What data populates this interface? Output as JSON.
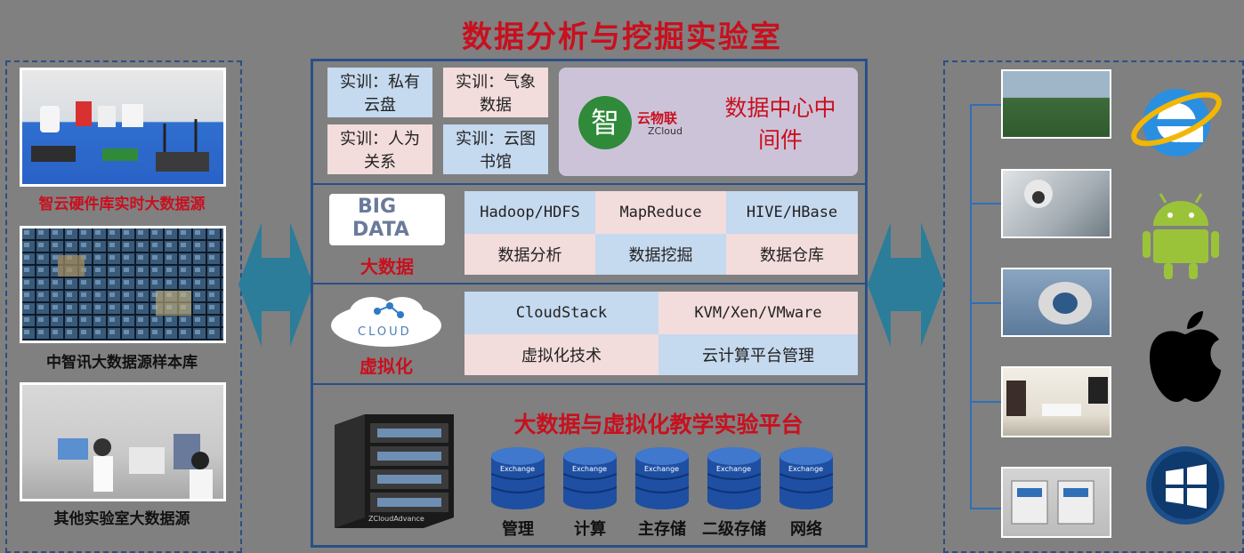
{
  "title": "数据分析与挖掘实验室",
  "left_sources": [
    {
      "caption": "智云硬件库实时大数据源",
      "color": "red"
    },
    {
      "caption": "中智讯大数据源样本库",
      "color": "black"
    },
    {
      "caption": "其他实验室大数据源",
      "color": "black"
    }
  ],
  "training": {
    "items": [
      "实训：私有云盘",
      "实训：气象数据",
      "实训：人为关系",
      "实训：云图书馆"
    ],
    "middleware_title": "数据中心中间件",
    "logo_text": "云物联",
    "logo_sub": "ZCloud",
    "logo_glyph": "智"
  },
  "bigdata": {
    "icon_text_1": "BIG",
    "icon_text_2": "DATA",
    "label": "大数据",
    "cells": [
      "Hadoop/HDFS",
      "MapReduce",
      "HIVE/HBase",
      "数据分析",
      "数据挖掘",
      "数据仓库"
    ]
  },
  "virtual": {
    "icon_text": "CLOUD",
    "label": "虚拟化",
    "cells": [
      "CloudStack",
      "KVM/Xen/VMware",
      "虚拟化技术",
      "云计算平台管理"
    ]
  },
  "platform": {
    "title": "大数据与虚拟化教学实验平台",
    "server_brand": "ZCloudAdvance",
    "db_icon_text": "Exchange",
    "nodes": [
      "管理",
      "计算",
      "主存储",
      "二级存储",
      "网络"
    ]
  },
  "right_icons": [
    "ie-icon",
    "android-icon",
    "apple-icon",
    "windows-icon"
  ],
  "colors": {
    "accent_red": "#c8101e",
    "frame_blue": "#2a4f86",
    "arrow_teal": "#2b7d99"
  }
}
